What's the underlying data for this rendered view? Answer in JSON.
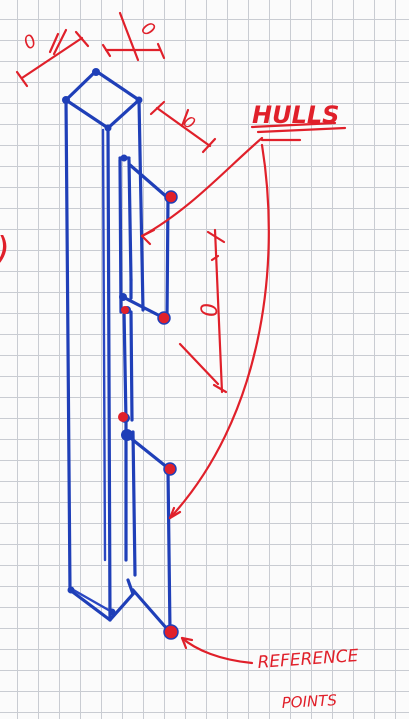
{
  "labels": {
    "hulls": "HULLS",
    "reference_line1": "REFERENCE",
    "reference_line2": "POINTS",
    "dim_top_left": "0",
    "dim_top_right": "0",
    "dim_side": "0",
    "dim_vertical": "0",
    "left_edge_mark": ")"
  },
  "colors": {
    "ink_blue": "#1f3fb8",
    "ink_red": "#e0202a",
    "grid": "#c9ccd2",
    "paper": "#fbfbfb"
  }
}
